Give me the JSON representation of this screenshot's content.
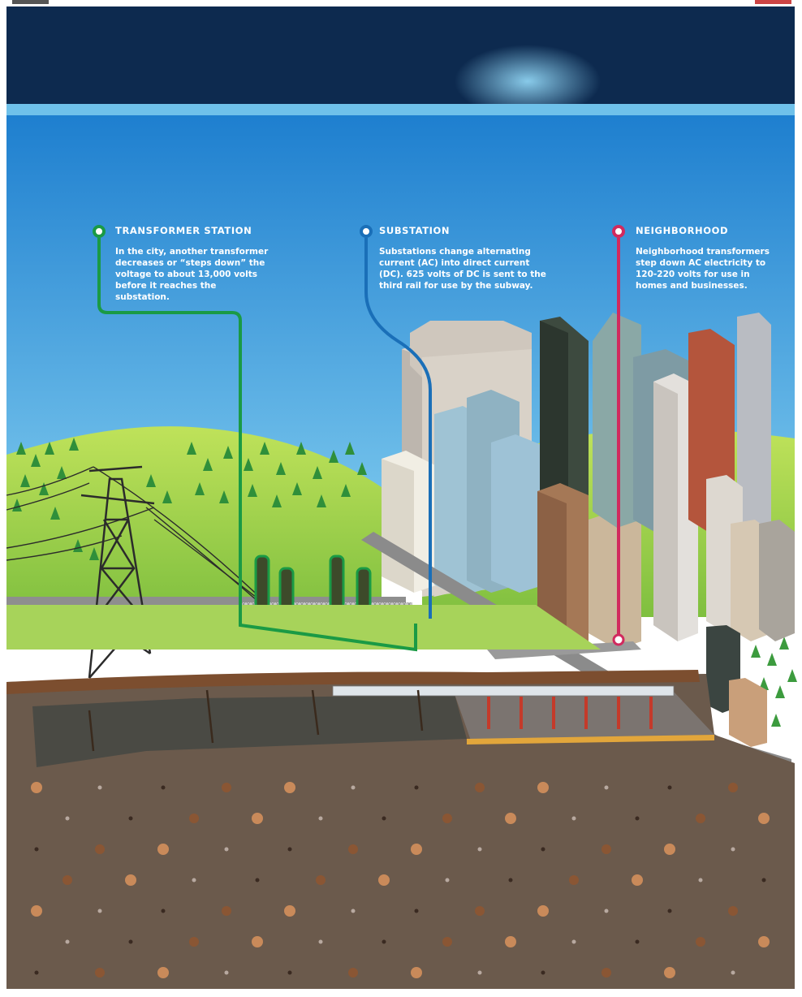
{
  "callouts": {
    "transformer": {
      "title": "TRANSFORMER STATION",
      "text": "In the city, another transformer decreases or “steps down” the voltage to about 13,000 volts before it reaches the substation.",
      "color": "#1a9a45"
    },
    "substation": {
      "title": "SUBSTATION",
      "text": "Substations change alternating current (AC) into direct current (DC). 625 volts of DC is sent to the third rail for use by the subway.",
      "color": "#1a6fb8"
    },
    "neighborhood": {
      "title": "NEIGHBORHOOD",
      "text": "Neighborhood transformers step down AC electricity to 120-220 volts for use in homes and businesses.",
      "color": "#d12a5e"
    }
  },
  "colors": {
    "night": "#0d2a4f",
    "sky_top": "#1e7fcf",
    "sky_bottom": "#74c6ee",
    "grass": "#9fd050",
    "soil": "#6b5a4c",
    "tunnel": "#4a4a44"
  }
}
